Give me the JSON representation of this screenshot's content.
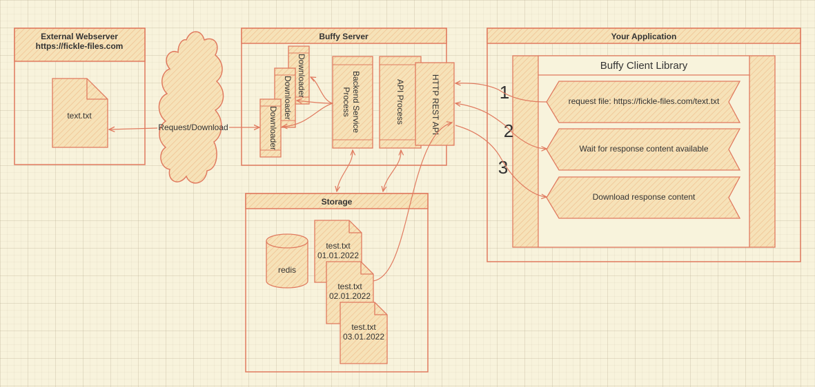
{
  "external_webserver": {
    "title_line1": "External Webserver",
    "title_line2": "https://fickle-files.com",
    "file_label": "text.txt"
  },
  "cloud": {
    "label": "Request/Download"
  },
  "buffy_server": {
    "title": "Buffy Server",
    "downloader_labels": [
      "Downloader",
      "Downloader",
      "Downloader"
    ],
    "backend_line1": "Backend Service",
    "backend_line2": "Process",
    "api_process": "API Process",
    "http_rest_api": "HTTP REST API"
  },
  "storage": {
    "title": "Storage",
    "redis_label": "redis",
    "files": [
      {
        "name": "test.txt",
        "date": "01.01.2022"
      },
      {
        "name": "test.txt",
        "date": "02.01.2022"
      },
      {
        "name": "test.txt",
        "date": "03.01.2022"
      }
    ]
  },
  "your_application": {
    "title": "Your Application",
    "client_library_title": "Buffy Client Library",
    "steps": [
      {
        "number": "1",
        "text": "request file: https://fickle-files.com/text.txt"
      },
      {
        "number": "2",
        "text": "Wait for response content available"
      },
      {
        "number": "3",
        "text": "Download response content"
      }
    ]
  },
  "colors": {
    "stroke": "#e07a5f",
    "fill": "#f2cc8f",
    "background": "#f8f3dc",
    "text": "#333333"
  }
}
